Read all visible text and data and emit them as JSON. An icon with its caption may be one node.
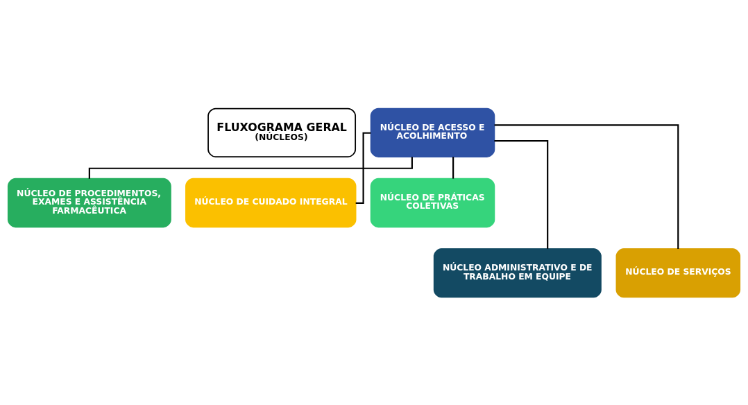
{
  "diagram": {
    "nodes": [
      {
        "text": [
          "FLUXOGRAMA GERAL",
          "(NÚCLEOS)"
        ]
      },
      {
        "text": [
          "NÚCLEO DE ACESSO E ACOLHIMENTO"
        ]
      },
      {
        "text": [
          "NÚCLEO DE PROCEDIMENTOS, EXAMES E ASSISTÊNCIA FARMACÊUTICA"
        ]
      },
      {
        "text": [
          "NÚCLEO DE CUIDADO INTEGRAL"
        ]
      },
      {
        "text": [
          "NÚCLEO DE PRÁTICAS COLETIVAS"
        ]
      },
      {
        "text": [
          "NÚCLEO ADMINISTRATIVO E DE TRABALHO EM EQUIPE"
        ]
      },
      {
        "text": [
          "NÚCLEO DE SERVIÇOS"
        ]
      }
    ],
    "edges": [
      {
        "from": 1,
        "to": 2,
        "arrow": "none"
      },
      {
        "from": 1,
        "to": 5,
        "arrow": "none"
      },
      {
        "from": 1,
        "to": 3,
        "arrow": "none"
      },
      {
        "from": 1,
        "to": 6,
        "arrow": "none"
      },
      {
        "from": 1,
        "to": 4,
        "arrow": "none"
      }
    ]
  }
}
